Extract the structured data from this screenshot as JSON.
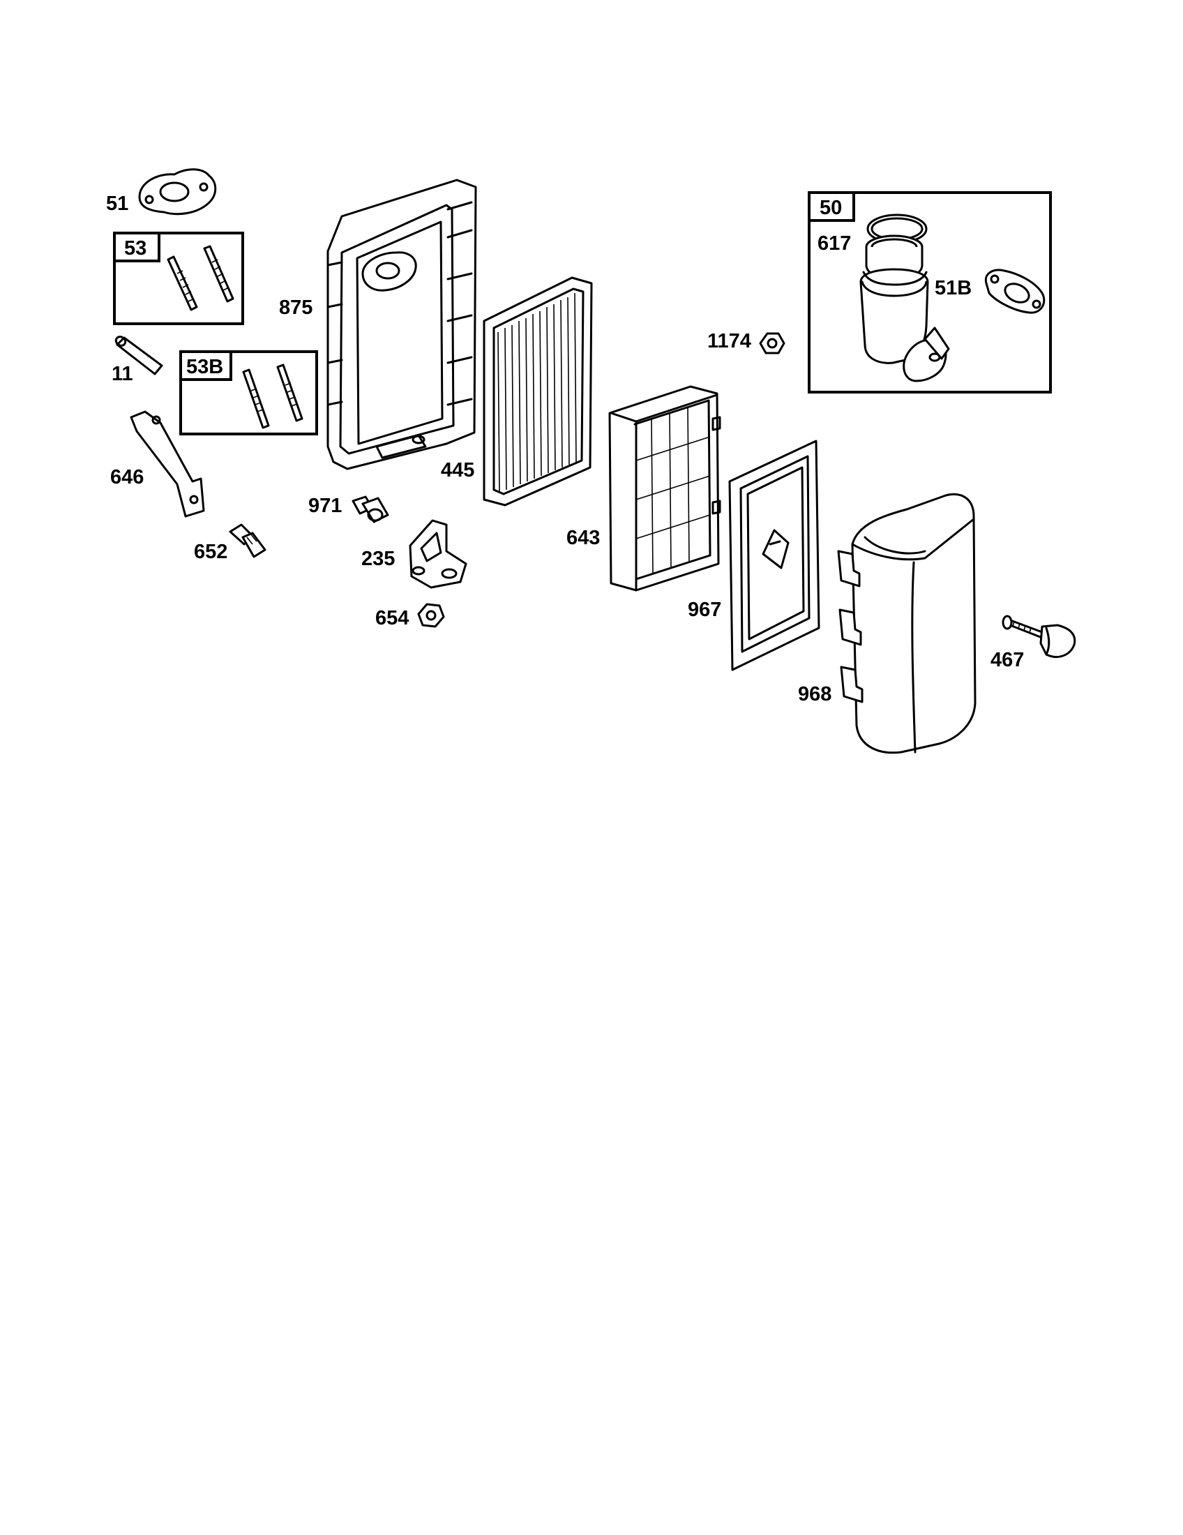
{
  "parts": {
    "p51": "51",
    "p53": "53",
    "p11": "11",
    "p53b": "53B",
    "p646": "646",
    "p652": "652",
    "p875": "875",
    "p971": "971",
    "p235": "235",
    "p654": "654",
    "p445": "445",
    "p643": "643",
    "p1174": "1174",
    "p967": "967",
    "p968": "968",
    "p467": "467",
    "p50": "50",
    "p617": "617",
    "p51b": "51B"
  }
}
